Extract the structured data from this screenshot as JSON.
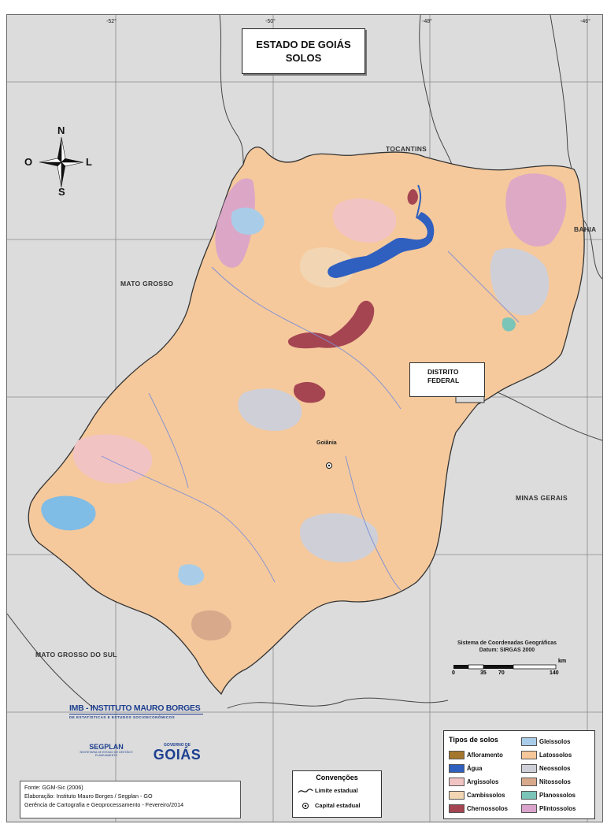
{
  "map": {
    "title_line1": "ESTADO DE GOIÁS",
    "title_line2": "SOLOS",
    "grid_labels": [
      "-52°",
      "-50°",
      "-48°",
      "-46°"
    ],
    "neighbors": {
      "tocantins": "TOCANTINS",
      "bahia": "BAHIA",
      "mato_grosso": "MATO GROSSO",
      "minas_gerais": "MINAS GERAIS",
      "mato_grosso_do_sul": "MATO GROSSO DO SUL"
    },
    "df_line1": "DISTRITO",
    "df_line2": "FEDERAL",
    "capital": "Goiânia"
  },
  "compass": {
    "north": "N",
    "south": "S",
    "east": "L",
    "west": "O"
  },
  "coordinates": {
    "line1": "Sistema de Coordenadas Geográficas",
    "line2": "Datum: SIRGAS 2000"
  },
  "scale": {
    "unit": "km",
    "ticks": [
      "0",
      "35",
      "70",
      "140"
    ]
  },
  "logos": {
    "imb_title": "IMB - INSTITUTO MAURO BORGES",
    "imb_subtitle": "DE ESTATÍSTICAS E ESTUDOS SOCIOECONÔMICOS",
    "segplan_title": "SEGPLAN",
    "segplan_subtitle": "SECRETARIA DE ESTADO DE GESTÃO E PLANEJAMENTO",
    "goias_top": "GOVERNO DE",
    "goias_main": "GOIÁS"
  },
  "source": {
    "line1": "Fonte: GGM-Sic (2006)",
    "line2": "Elaboração: Instituto Mauro Borges / Segplan - GO",
    "line3": "Gerência de Cartografia e Geoprocessamento - Fevereiro/2014"
  },
  "conventions": {
    "title": "Convenções",
    "state_limit": "Limite estadual",
    "state_capital": "Capital estadual"
  },
  "legend": {
    "title": "Tipos de solos",
    "items": [
      {
        "label": "Afloramento",
        "color": "#a4762e"
      },
      {
        "label": "Água",
        "color": "#2f5fbf"
      },
      {
        "label": "Argissolos",
        "color": "#f2c3c3"
      },
      {
        "label": "Cambissolos",
        "color": "#f2d6b3"
      },
      {
        "label": "Chernossolos",
        "color": "#a54552"
      },
      {
        "label": "Gleissolos",
        "color": "#a9cde8"
      },
      {
        "label": "Latossolos",
        "color": "#f6c79a"
      },
      {
        "label": "Neossolos",
        "color": "#cfcfd8"
      },
      {
        "label": "Nitossolos",
        "color": "#d9a98c"
      },
      {
        "label": "Planossolos",
        "color": "#7bc4b8"
      },
      {
        "label": "Plintossolos",
        "color": "#d9a3cc"
      }
    ]
  }
}
